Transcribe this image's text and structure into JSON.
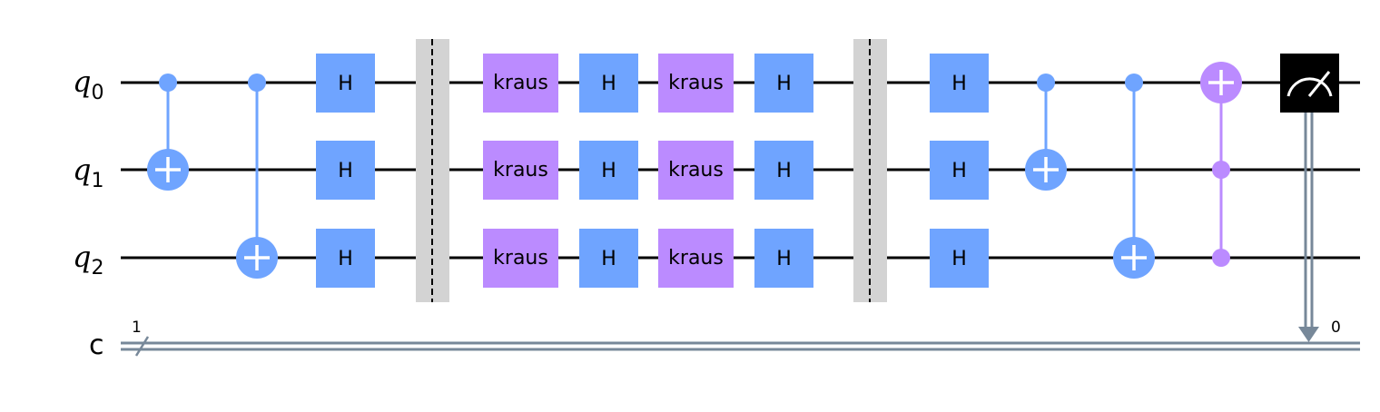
{
  "qubits": [
    {
      "name": "q",
      "index": "0"
    },
    {
      "name": "q",
      "index": "1"
    },
    {
      "name": "q",
      "index": "2"
    }
  ],
  "classical_register": {
    "name": "c",
    "width_label": "1",
    "bit_label": "0"
  },
  "colors": {
    "wire": "#000000",
    "h_gate": "#6FA4FF",
    "kraus_gate": "#BB8BFF",
    "cx": "#6FA4FF",
    "ccx": "#BB8BFF",
    "barrier_fill": "#D3D3D3",
    "measure_box": "#000000",
    "measure_icon": "#FFFFFF",
    "classical_wire": "#778899"
  },
  "gates": [
    {
      "type": "cx",
      "control": 0,
      "target": 1,
      "column": 0
    },
    {
      "type": "cx",
      "control": 0,
      "target": 2,
      "column": 1
    },
    {
      "type": "h",
      "label": "H",
      "qubits": [
        0,
        1,
        2
      ],
      "column": 2
    },
    {
      "type": "barrier",
      "qubits": [
        0,
        1,
        2
      ],
      "column": 3
    },
    {
      "type": "kraus",
      "label": "kraus",
      "qubits": [
        0,
        1,
        2
      ],
      "column": 4
    },
    {
      "type": "h",
      "label": "H",
      "qubits": [
        0,
        1,
        2
      ],
      "column": 5
    },
    {
      "type": "kraus",
      "label": "kraus",
      "qubits": [
        0,
        1,
        2
      ],
      "column": 6
    },
    {
      "type": "h",
      "label": "H",
      "qubits": [
        0,
        1,
        2
      ],
      "column": 7
    },
    {
      "type": "barrier",
      "qubits": [
        0,
        1,
        2
      ],
      "column": 8
    },
    {
      "type": "h",
      "label": "H",
      "qubits": [
        0,
        1,
        2
      ],
      "column": 9
    },
    {
      "type": "cx",
      "control": 0,
      "target": 1,
      "column": 10
    },
    {
      "type": "cx",
      "control": 0,
      "target": 2,
      "column": 11
    },
    {
      "type": "ccx",
      "controls": [
        1,
        2
      ],
      "target": 0,
      "column": 12
    },
    {
      "type": "measure",
      "qubit": 0,
      "clbit": 0,
      "column": 13
    }
  ]
}
